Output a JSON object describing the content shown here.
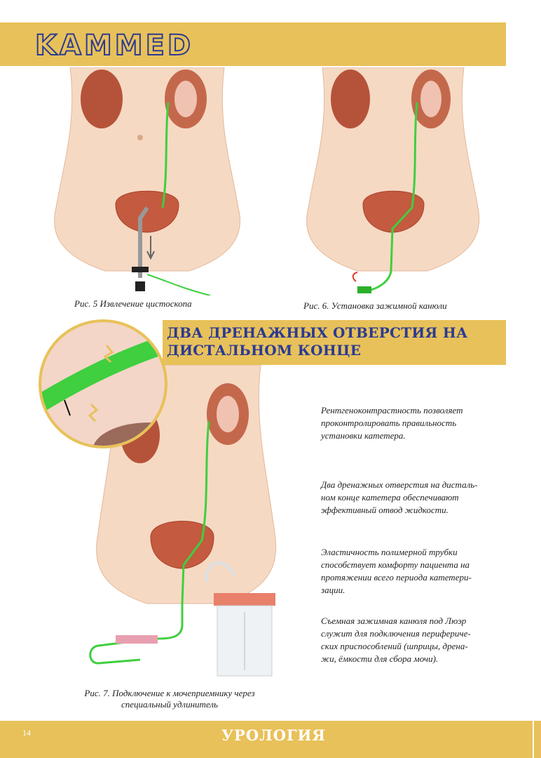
{
  "header": {
    "logo_text": "KAMMED"
  },
  "figures": {
    "fig5_caption": "Рис. 5 Извлечение цистоскопа",
    "fig6_caption": "Рис. 6. Установка зажимной канюли",
    "fig7_caption": "Рис. 7. Подключение к мочеприемнику через специальный удлинитель"
  },
  "section": {
    "title": "ДВА ДРЕНАЖНЫХ ОТВЕРСТИЯ НА ДИСТАЛЬНОМ КОНЦЕ"
  },
  "features": [
    "Рентгеноконтрастность позволяет\nпроконтролировать правильность\nустановки катетера.",
    "Два дренажных отверстия на дисталь-\nном конце катетера обеспечивают\nэффективный отвод жидкости.",
    "Эластичность полимерной трубки\nспособствует комфорту пациента на\nпротяжении всего периода катетери-\nзации.",
    "Съемная зажимная канюля под Люэр\nслужит для подключения перифериче-\nских приспособлений (шприцы, дрена-\nжи, ёмкости для сбора мочи)."
  ],
  "footer": {
    "page_number": "14",
    "title": "УРОЛОГИЯ"
  },
  "colors": {
    "band": "#e8c15a",
    "heading": "#2b3b93",
    "catheter": "#3fcf3f",
    "skin": "#f6d9c3"
  }
}
